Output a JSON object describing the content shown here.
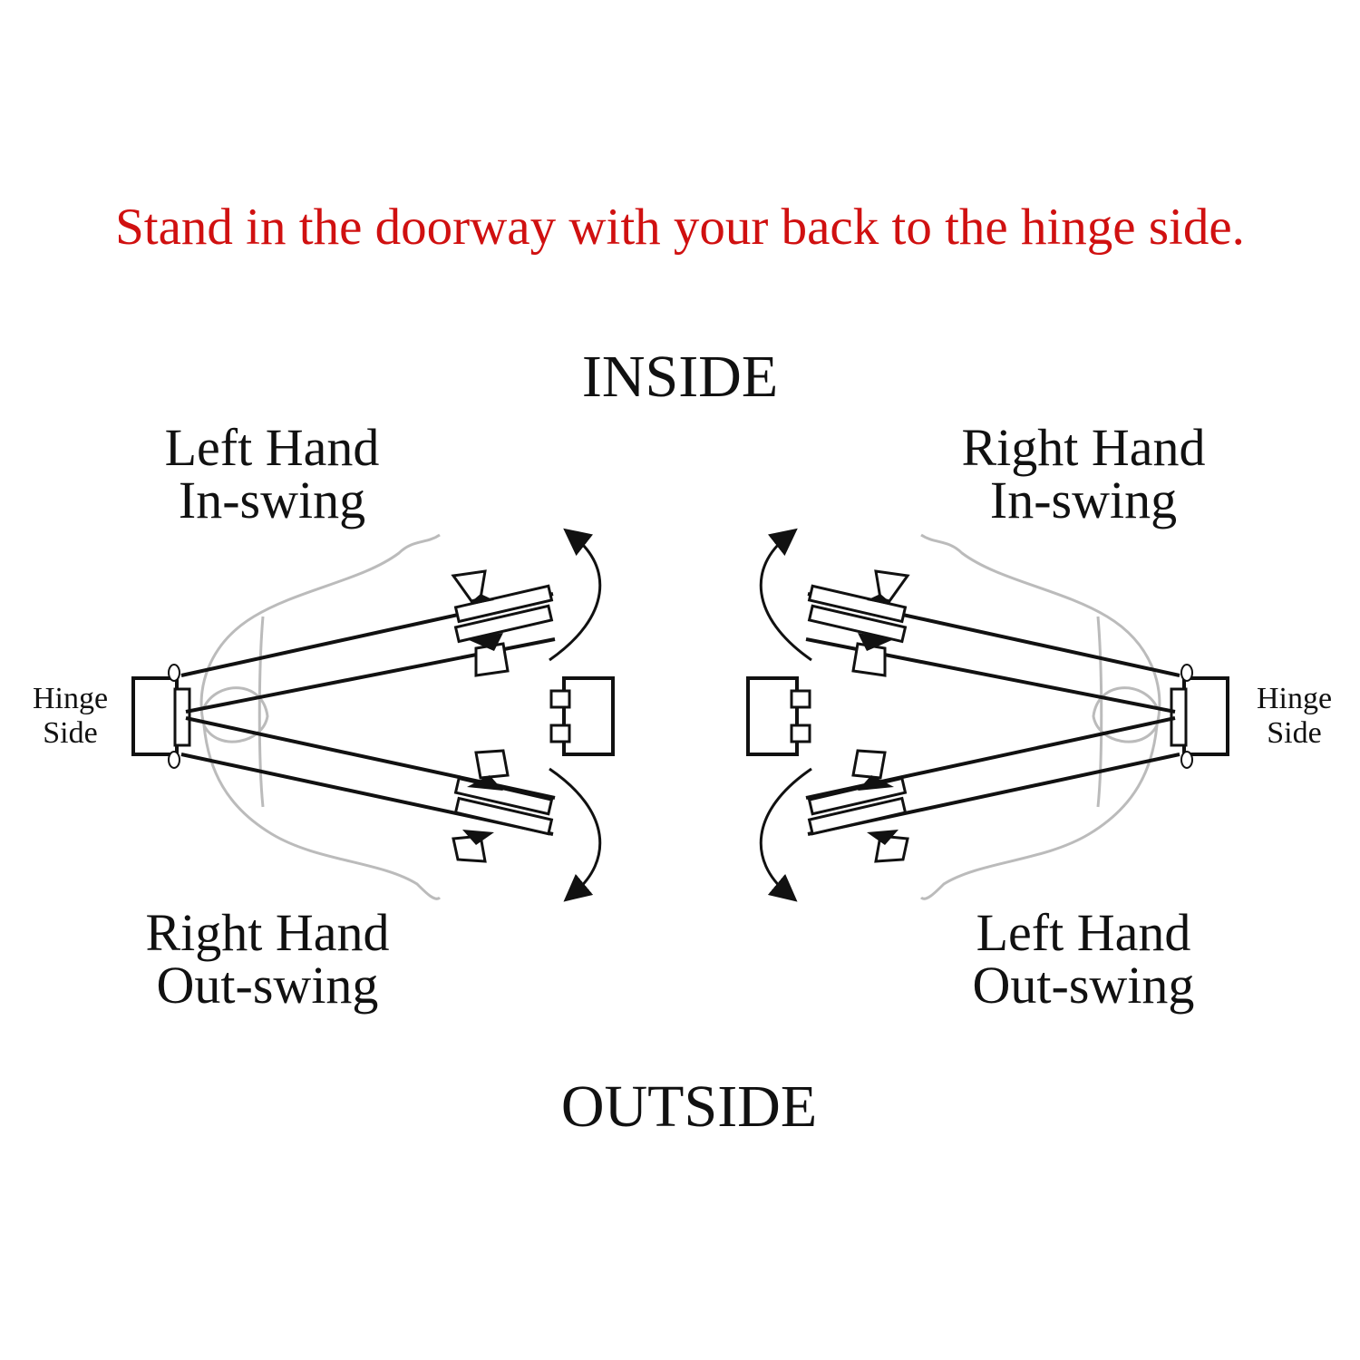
{
  "title": "Stand in the doorway with your back to the hinge side.",
  "inside": "INSIDE",
  "outside": "OUTSIDE",
  "left_hand_inswing": {
    "line1": "Left Hand",
    "line2": "In-swing"
  },
  "right_hand_inswing": {
    "line1": "Right Hand",
    "line2": "In-swing"
  },
  "right_hand_outswing": {
    "line1": "Right Hand",
    "line2": "Out-swing"
  },
  "left_hand_outswing": {
    "line1": "Left Hand",
    "line2": "Out-swing"
  },
  "hinge_left": {
    "line1": "Hinge",
    "line2": "Side"
  },
  "hinge_right": {
    "line1": "Hinge",
    "line2": "Side"
  },
  "colors": {
    "title": "#d01010",
    "lines": "#111111",
    "figure": "#bbbbbb"
  }
}
